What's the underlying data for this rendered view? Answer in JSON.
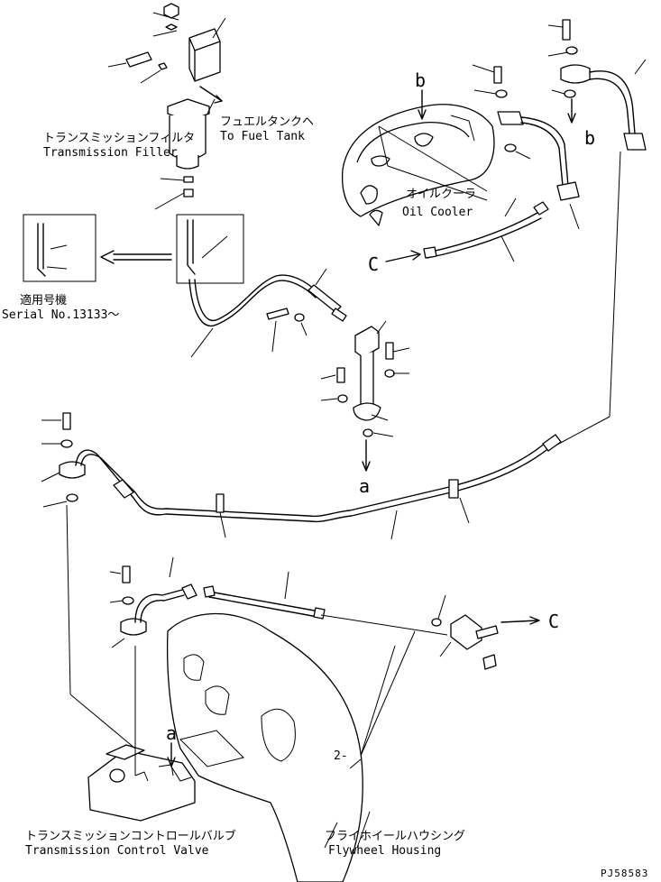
{
  "labels": {
    "trans_filter_jp": "トランスミッションフィルタ",
    "trans_filter_en": "Transmission Filler",
    "fuel_tank_jp": "フュエルタンクヘ",
    "fuel_tank_en": "To Fuel Tank",
    "oil_cooler_jp": "オイルクーラ",
    "oil_cooler_en": "Oil Cooler",
    "serial_jp": "適用号機",
    "serial_en": "Serial No.13133～",
    "control_valve_jp": "トランスミッションコントロールバルブ",
    "control_valve_en": "Transmission Control Valve",
    "flywheel_jp": "フライホイールハウシング",
    "flywheel_en": "Flywheel Housing"
  },
  "refs": {
    "a_top": "a",
    "a_bottom": "a",
    "b_cooler": "b",
    "b_right": "b",
    "c_left": "C",
    "c_right": "C"
  },
  "drawing_code": "PJ58583"
}
